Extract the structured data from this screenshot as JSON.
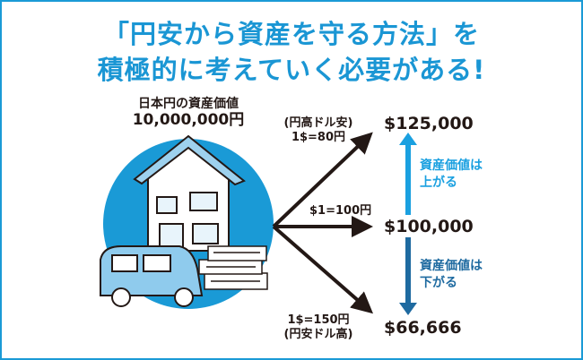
{
  "title": {
    "line1": "「円安から資産を守る方法」を",
    "line2": "積極的に考えていく必要がある!"
  },
  "asset": {
    "label": "日本円の資産価値",
    "amount": "10,000,000円"
  },
  "scenarios": [
    {
      "note": "(円高ドル安)",
      "rate": "1$=80円",
      "value": "$125,000"
    },
    {
      "rate": "$1=100円",
      "value": "$100,000"
    },
    {
      "rate": "1$=150円",
      "note": "(円安ドル高)",
      "value": "$66,666"
    }
  ],
  "arrows": {
    "up": {
      "line1": "資産価値は",
      "line2": "上がる"
    },
    "down": {
      "line1": "資産価値は",
      "line2": "下がる"
    }
  },
  "colors": {
    "accent": "#1a96d4",
    "light_blue": "#1aa0e0",
    "dark_blue": "#1e6aa0",
    "ink": "#231815"
  }
}
